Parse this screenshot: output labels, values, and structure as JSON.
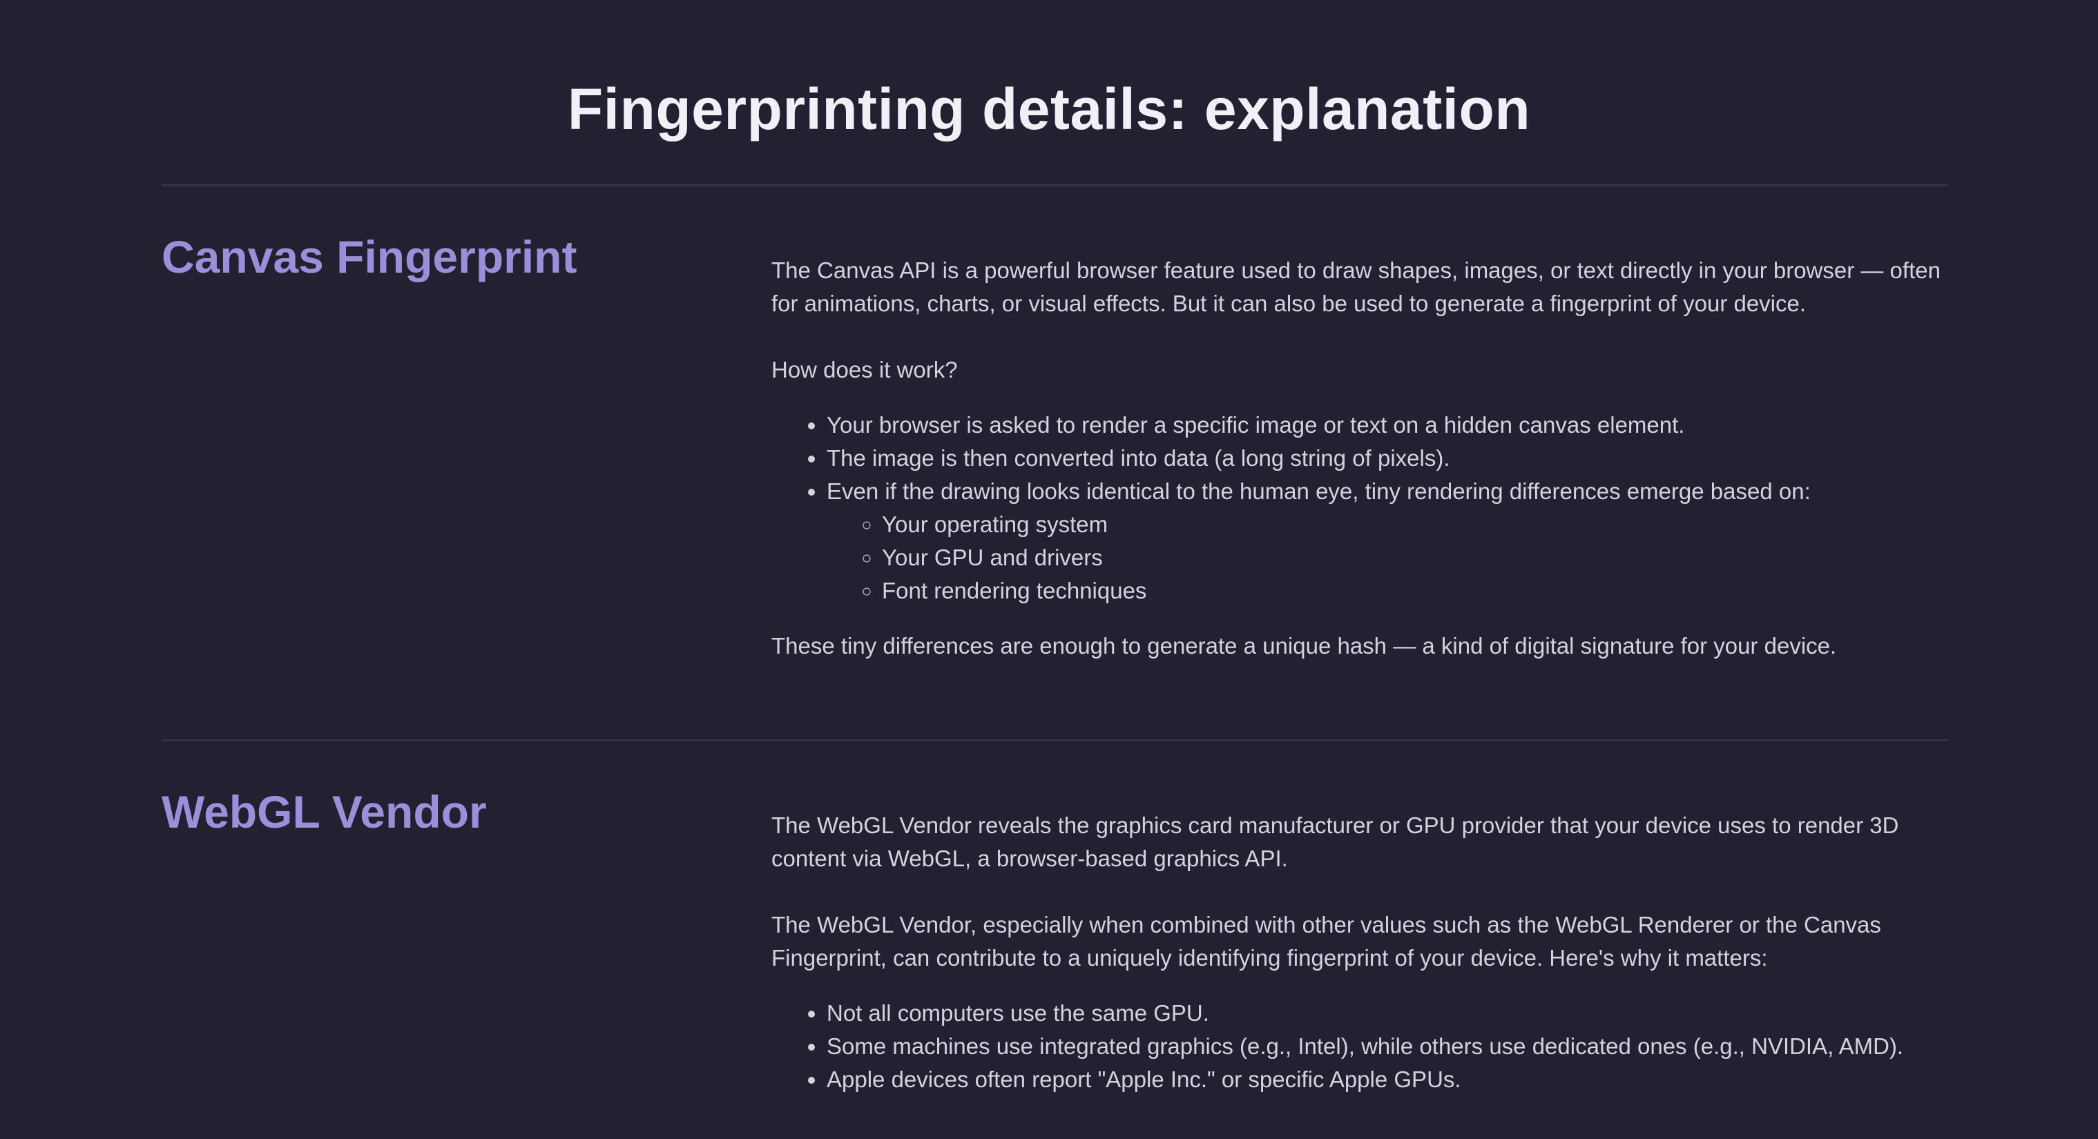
{
  "page": {
    "title": "Fingerprinting details: explanation"
  },
  "sections": [
    {
      "title": "Canvas Fingerprint",
      "intro": "The Canvas API is a powerful browser feature used to draw shapes, images, or text directly in your browser — often for animations, charts, or visual effects. But it can also be used to generate a fingerprint of your device.",
      "question": "How does it work?",
      "bullets": [
        "Your browser is asked to render a specific image or text on a hidden canvas element.",
        "The image is then converted into data (a long string of pixels).",
        "Even if the drawing looks identical to the human eye, tiny rendering differences emerge based on:"
      ],
      "sub_bullets": [
        "Your operating system",
        "Your GPU and drivers",
        "Font rendering techniques"
      ],
      "conclusion": "These tiny differences are enough to generate a unique hash — a kind of digital signature for your device."
    },
    {
      "title": "WebGL Vendor",
      "intro": "The WebGL Vendor reveals the graphics card manufacturer or GPU provider that your device uses to render 3D content via WebGL, a browser-based graphics API.",
      "paragraph2": "The WebGL Vendor, especially when combined with other values such as the WebGL Renderer or the Canvas Fingerprint, can contribute to a uniquely identifying fingerprint of your device. Here's why it matters:",
      "bullets": [
        "Not all computers use the same GPU.",
        "Some machines use integrated graphics (e.g., Intel), while others use dedicated ones (e.g., NVIDIA, AMD).",
        "Apple devices often report \"Apple Inc.\" or specific Apple GPUs."
      ]
    }
  ]
}
